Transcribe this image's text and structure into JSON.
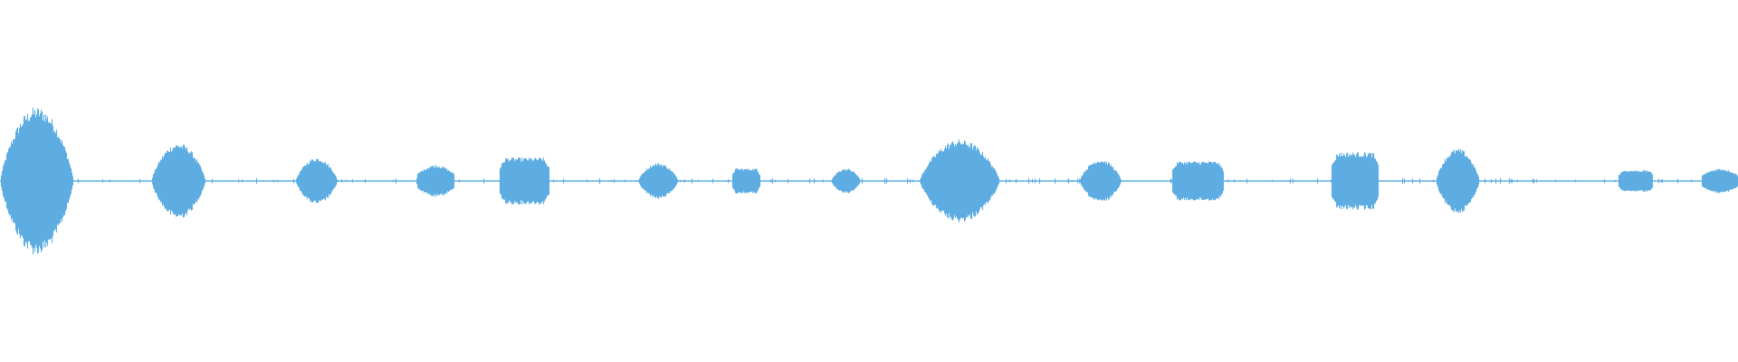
{
  "waveform": {
    "color": "#5dade2",
    "background": "#ffffff",
    "baseline_amplitude": 0.01,
    "segments": [
      {
        "start": 0.0,
        "end": 0.042,
        "amplitude": 0.41,
        "shape": "hump"
      },
      {
        "start": 0.087,
        "end": 0.118,
        "amplitude": 0.21,
        "shape": "hump"
      },
      {
        "start": 0.17,
        "end": 0.194,
        "amplitude": 0.13,
        "shape": "hump"
      },
      {
        "start": 0.24,
        "end": 0.261,
        "amplitude": 0.09,
        "shape": "ramp"
      },
      {
        "start": 0.287,
        "end": 0.316,
        "amplitude": 0.13,
        "shape": "plateau"
      },
      {
        "start": 0.367,
        "end": 0.39,
        "amplitude": 0.1,
        "shape": "hump"
      },
      {
        "start": 0.421,
        "end": 0.437,
        "amplitude": 0.07,
        "shape": "plateau"
      },
      {
        "start": 0.478,
        "end": 0.495,
        "amplitude": 0.07,
        "shape": "hump"
      },
      {
        "start": 0.529,
        "end": 0.575,
        "amplitude": 0.23,
        "shape": "hump"
      },
      {
        "start": 0.621,
        "end": 0.645,
        "amplitude": 0.12,
        "shape": "hump"
      },
      {
        "start": 0.674,
        "end": 0.704,
        "amplitude": 0.11,
        "shape": "plateau"
      },
      {
        "start": 0.766,
        "end": 0.793,
        "amplitude": 0.16,
        "shape": "plateau"
      },
      {
        "start": 0.826,
        "end": 0.851,
        "amplitude": 0.18,
        "shape": "hump"
      },
      {
        "start": 0.931,
        "end": 0.951,
        "amplitude": 0.06,
        "shape": "plateau"
      },
      {
        "start": 0.979,
        "end": 1.0,
        "amplitude": 0.07,
        "shape": "ramp"
      }
    ]
  }
}
